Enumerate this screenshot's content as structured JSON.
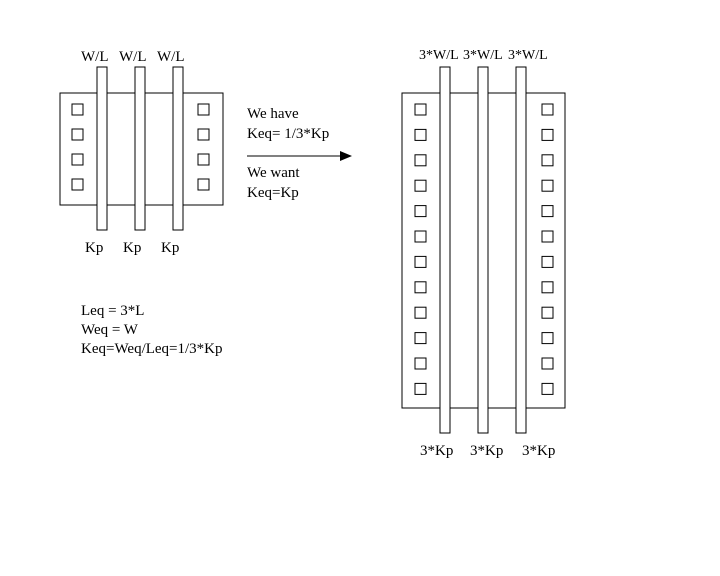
{
  "left_device": {
    "gate_labels": [
      "W/L",
      "W/L",
      "W/L"
    ],
    "k_labels": [
      "Kp",
      "Kp",
      "Kp"
    ]
  },
  "arrow_note": {
    "have_title": "We have",
    "have_eq": "Keq= 1/3*Kp",
    "want_title": "We want",
    "want_eq": "Keq=Kp"
  },
  "equations": [
    "Leq = 3*L",
    "Weq = W",
    "Keq=Weq/Leq=1/3*Kp"
  ],
  "right_device": {
    "gate_labels": [
      "3*W/L",
      "3*W/L",
      "3*W/L"
    ],
    "k_labels": [
      "3*Kp",
      "3*Kp",
      "3*Kp"
    ]
  },
  "colors": {
    "line": "#000000",
    "background": "#ffffff"
  }
}
